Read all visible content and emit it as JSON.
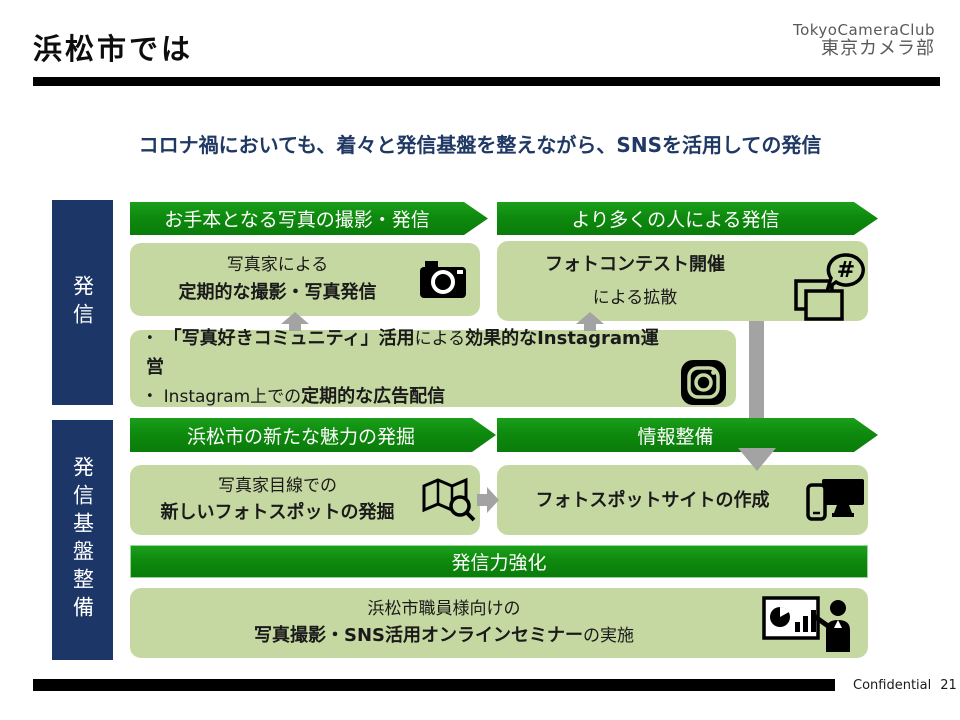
{
  "header": {
    "title": "浜松市では",
    "logo_line1": "TokyoCameraClub",
    "logo_line2": "東京カメラ部"
  },
  "headline": "コロナ禍においても、着々と発信基盤を整えながら、SNSを活用しての発信",
  "categories": {
    "hasshin": "発信",
    "kiban": "発信基盤整備"
  },
  "banners": {
    "b1": "お手本となる写真の撮影・発信",
    "b2": "より多くの人による発信",
    "b3": "浜松市の新たな魅力の発掘",
    "b4": "情報整備",
    "b5": "発信力強化"
  },
  "boxes": {
    "photographer": {
      "line1": "写真家による",
      "line2": "定期的な撮影・写真発信"
    },
    "contest": {
      "line1": "フォトコンテスト開催",
      "line2": "による拡散"
    },
    "instagram": {
      "bullet_char": "•",
      "b1_bold1": "「写真好きコミュニティ」活用",
      "b1_reg": "による",
      "b1_bold2": "効果的なInstagram運営",
      "b2_reg": "Instagram上での",
      "b2_bold": "定期的な広告配信"
    },
    "spot_discovery": {
      "line1": "写真家目線での",
      "line2": "新しいフォトスポットの発掘"
    },
    "spot_site": {
      "line1": "フォトスポットサイトの作成"
    },
    "seminar": {
      "line1": "浜松市職員様向けの",
      "line2_bold": "写真撮影・SNS活用オンラインセミナー",
      "line2_reg": "の実施"
    }
  },
  "icons": {
    "camera": "camera-icon",
    "contest": "hashtag-photos-icon",
    "instagram": "instagram-icon",
    "map": "map-search-icon",
    "devices": "phone-monitor-icon",
    "seminar": "presentation-speaker-icon"
  },
  "footer": {
    "confidential": "Confidential",
    "page": "21"
  },
  "colors": {
    "navy": "#1b3667",
    "green": "#0e8a0e",
    "light_green": "#c6d8a2",
    "arrow_gray": "#a3a3a3"
  }
}
